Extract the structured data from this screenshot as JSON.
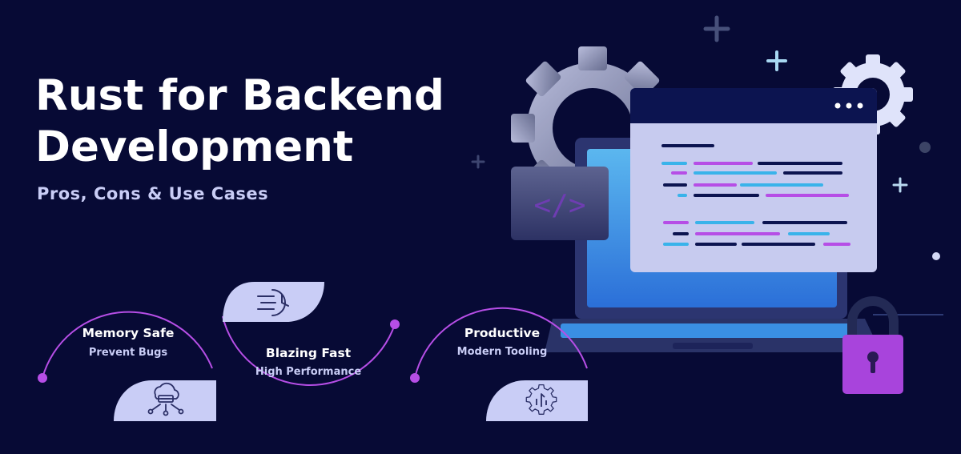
{
  "banner": {
    "title_line1": "Rust for Backend",
    "title_line2": "Development",
    "subtitle": "Pros, Cons & Use Cases"
  },
  "features": [
    {
      "title": "Memory Safe",
      "subtitle": "Prevent Bugs",
      "icon": "cloud-network-icon"
    },
    {
      "title": "Blazing Fast",
      "subtitle": "High Performance",
      "icon": "fast-clock-icon"
    },
    {
      "title": "Productive",
      "subtitle": "Modern Tooling",
      "icon": "gear-tool-icon"
    }
  ],
  "colors": {
    "background": "#070a35",
    "accent_purple": "#b64ee6",
    "card_lavender": "#c9cdf6",
    "code_cyan": "#39b3ea",
    "code_navy": "#0c1450"
  }
}
